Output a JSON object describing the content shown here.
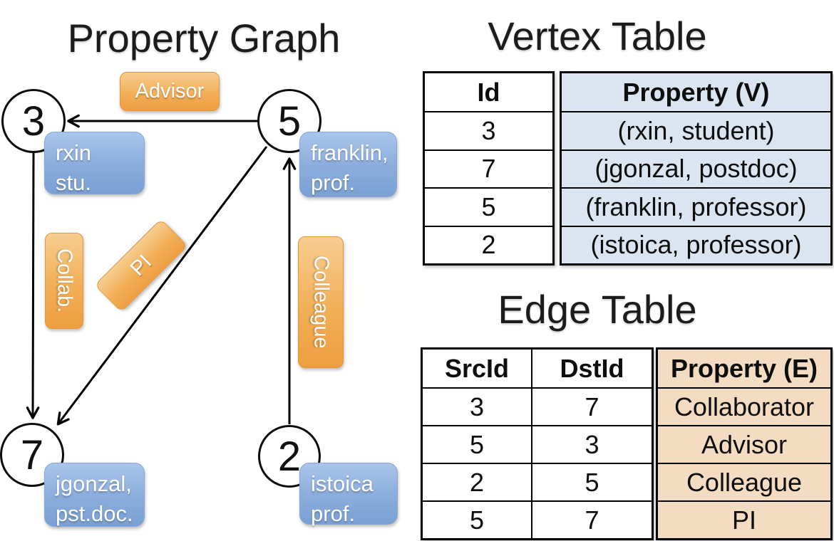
{
  "graph": {
    "title": "Property Graph",
    "nodes": [
      {
        "id": "3",
        "name": "rxin",
        "role": "stu."
      },
      {
        "id": "5",
        "name": "franklin,",
        "role": "prof."
      },
      {
        "id": "7",
        "name": "jgonzal,",
        "role": "pst.doc."
      },
      {
        "id": "2",
        "name": "istoica",
        "role": "prof."
      }
    ],
    "edges": [
      {
        "label": "Advisor",
        "from": "5",
        "to": "3"
      },
      {
        "label": "Collab.",
        "from": "3",
        "to": "7"
      },
      {
        "label": "PI",
        "from": "5",
        "to": "7"
      },
      {
        "label": "Colleague",
        "from": "2",
        "to": "5"
      }
    ]
  },
  "vertex_table": {
    "title": "Vertex Table",
    "columns": {
      "id": "Id",
      "property": "Property (V)"
    },
    "rows": [
      {
        "id": "3",
        "property": "(rxin, student)"
      },
      {
        "id": "7",
        "property": "(jgonzal, postdoc)"
      },
      {
        "id": "5",
        "property": "(franklin, professor)"
      },
      {
        "id": "2",
        "property": "(istoica, professor)"
      }
    ]
  },
  "edge_table": {
    "title": "Edge Table",
    "columns": {
      "src": "SrcId",
      "dst": "DstId",
      "property": "Property (E)"
    },
    "rows": [
      {
        "src": "3",
        "dst": "7",
        "property": "Collaborator"
      },
      {
        "src": "5",
        "dst": "3",
        "property": "Advisor"
      },
      {
        "src": "2",
        "dst": "5",
        "property": "Colleague"
      },
      {
        "src": "5",
        "dst": "7",
        "property": "PI"
      }
    ]
  },
  "colors": {
    "edge_label_orange": "#ee9e40",
    "vertex_label_blue": "#7aa0d4",
    "vertex_cell_bg": "#dbe5f1",
    "edge_cell_bg": "#f3dcc2",
    "line_black": "#000000"
  }
}
